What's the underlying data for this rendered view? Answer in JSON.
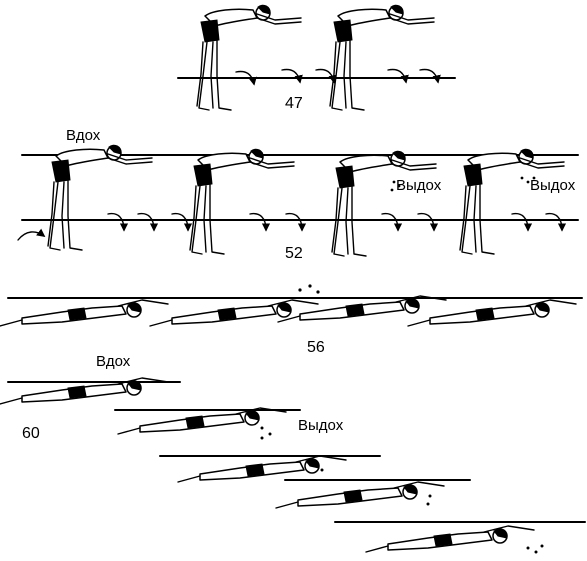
{
  "figures": {
    "fig47": {
      "number": "47"
    },
    "fig52": {
      "number": "52",
      "inhale": "Вдох",
      "exhale_1": "Выдох",
      "exhale_2": "Выдох"
    },
    "fig56": {
      "number": "56"
    },
    "fig60": {
      "number": "60",
      "inhale": "Вдох",
      "exhale": "Выдох"
    }
  }
}
